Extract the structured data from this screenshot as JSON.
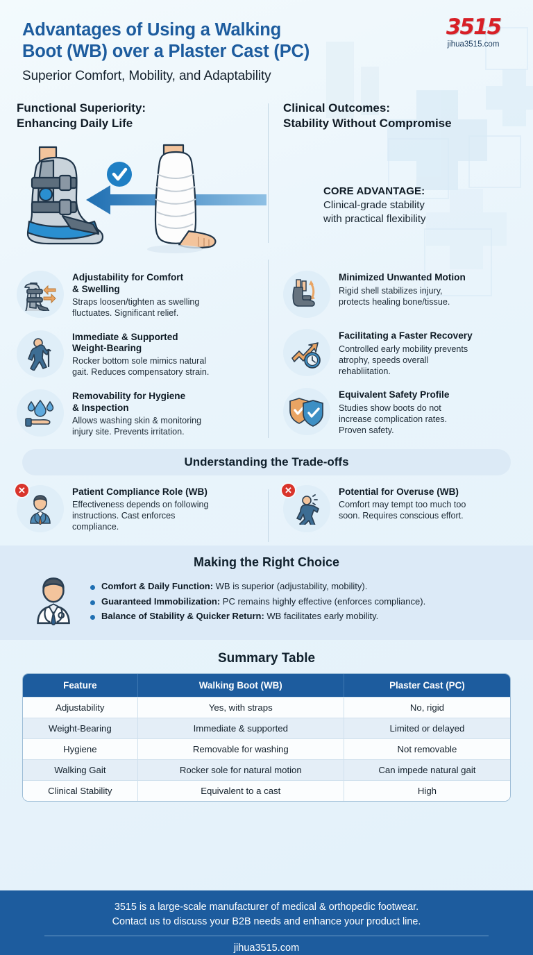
{
  "header": {
    "title_line1": "Advantages of Using a Walking",
    "title_line2": "Boot (WB) over a Plaster Cast (PC)",
    "subtitle": "Superior Comfort, Mobility, and Adaptability",
    "logo_mark": "3515",
    "logo_url": "jihua3515.com"
  },
  "left_column": {
    "heading_line1": "Functional Superiority:",
    "heading_line2": "Enhancing Daily Life",
    "illustration": {
      "boot_icon": "walking-boot-illustration",
      "cast_icon": "plaster-cast-leg-illustration",
      "check_icon": "check-circle-icon",
      "arrow_icon": "left-arrow-icon"
    },
    "features": [
      {
        "icon": "walking-boot-adjustable-icon",
        "title_line1": "Adjustability for Comfort",
        "title_line2": "& Swelling",
        "desc_line1": "Straps loosen/tighten as swelling",
        "desc_line2": "fluctuates. Significant relief."
      },
      {
        "icon": "person-walking-cane-icon",
        "title_line1": "Immediate & Supported",
        "title_line2": "Weight-Bearing",
        "desc_line1": "Rocker bottom sole mimics natural",
        "desc_line2": "gait. Reduces compensatory strain."
      },
      {
        "icon": "hand-water-drops-icon",
        "title_line1": "Removability for Hygiene",
        "title_line2": "& Inspection",
        "desc_line1": "Allows washing skin & monitoring",
        "desc_line2": "injury site. Prevents irritation."
      }
    ]
  },
  "right_column": {
    "heading_line1": "Clinical Outcomes:",
    "heading_line2": "Stability Without Compromise",
    "core": {
      "label": "CORE ADVANTAGE:",
      "desc_line1": "Clinical-grade stability",
      "desc_line2": "with practical flexibility"
    },
    "features": [
      {
        "icon": "braced-foot-motion-icon",
        "title_line1": "Minimized Unwanted Motion",
        "title_line2": "",
        "desc_line1": "Rigid shell stabilizes injury,",
        "desc_line2": "protects healing bone/tissue.",
        "desc_line3": ""
      },
      {
        "icon": "growth-arrow-clock-icon",
        "title_line1": "Facilitating a Faster Recovery",
        "title_line2": "",
        "desc_line1": "Controlled early mobility prevents",
        "desc_line2": "atrophy, speeds overall",
        "desc_line3": "rehabliitation."
      },
      {
        "icon": "two-shields-check-icon",
        "title_line1": "Equivalent Safety Profile",
        "title_line2": "",
        "desc_line1": "Studies show boots do not",
        "desc_line2": "increase complication rates.",
        "desc_line3": "Proven safety."
      }
    ]
  },
  "tradeoffs": {
    "heading": "Understanding the Trade-offs",
    "items": [
      {
        "icon": "doctor-icon",
        "badge": "x-badge",
        "badge_glyph": "✕",
        "title": "Patient Compliance Role (WB)",
        "desc_line1": "Effectiveness depends on following",
        "desc_line2": "instructions. Cast enforces",
        "desc_line3": "compliance."
      },
      {
        "icon": "person-overexertion-icon",
        "badge": "x-badge",
        "badge_glyph": "✕",
        "title": "Potential for Overuse (WB)",
        "desc_line1": "Comfort may tempt too much too",
        "desc_line2": "soon. Requires conscious effort.",
        "desc_line3": ""
      }
    ]
  },
  "right_choice": {
    "heading": "Making the Right Choice",
    "icon": "doctor-icon",
    "bullets": [
      {
        "bold": "Comfort & Daily Function:",
        "rest": " WB is superior (adjustability, mobility)."
      },
      {
        "bold": "Guaranteed Immobilization:",
        "rest": " PC remains highly effective (enforces compliance)."
      },
      {
        "bold": "Balance of Stability & Quicker Return:",
        "rest": " WB facilitates early mobility."
      }
    ]
  },
  "summary_table": {
    "heading": "Summary Table",
    "columns": [
      "Feature",
      "Walking Boot (WB)",
      "Plaster Cast (PC)"
    ],
    "rows": [
      [
        "Adjustability",
        "Yes, with straps",
        "No, rigid"
      ],
      [
        "Weight-Bearing",
        "Immediate & supported",
        "Limited or delayed"
      ],
      [
        "Hygiene",
        "Removable for washing",
        "Not removable"
      ],
      [
        "Walking Gait",
        "Rocker sole for natural motion",
        "Can impede natural gait"
      ],
      [
        "Clinical Stability",
        "Equivalent to a cast",
        "High"
      ]
    ]
  },
  "footer": {
    "line1": "3515 is a large-scale manufacturer of medical & orthopedic footwear.",
    "line2": "Contact us to discuss your B2B needs and enhance your product line.",
    "url": "jihua3515.com"
  },
  "colors": {
    "brand_blue": "#1d5c9e",
    "logo_red": "#d81f26",
    "accent_orange": "#e98b3e",
    "panel_blue": "#dceaf7",
    "page_bg": "#eef6fb"
  }
}
